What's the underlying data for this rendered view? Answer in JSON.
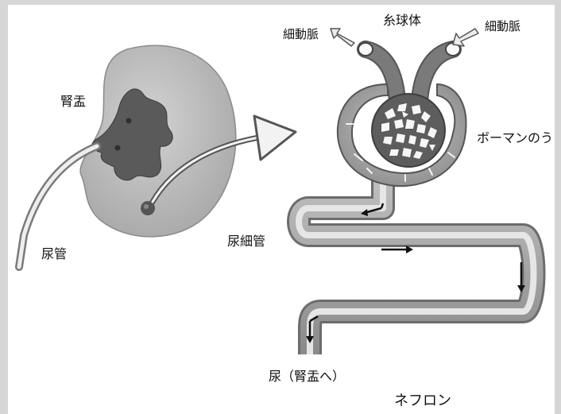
{
  "labels": {
    "glomerulus": "糸球体",
    "arteriole_left": "細動脈",
    "arteriole_right": "細動脈",
    "renal_pelvis": "腎盂",
    "ureter": "尿管",
    "bowman": "ボーマンのう",
    "tubule": "尿細管",
    "urine": "尿（腎盂へ）",
    "nephron": "ネフロン"
  },
  "icons": {
    "kidney": "kidney-illustration",
    "zoom_arrow": "curved-arrow-icon",
    "flow_in": "inflow-arrow-icon",
    "flow_out": "outflow-arrow-icon",
    "direction": "flow-direction-arrow-icon"
  },
  "colors": {
    "kidney": "#bdbdbd",
    "pelvis": "#5a5a5a",
    "vessel": "#6b6b6b",
    "tubule": "#9e9e9e",
    "outline": "#333333"
  }
}
